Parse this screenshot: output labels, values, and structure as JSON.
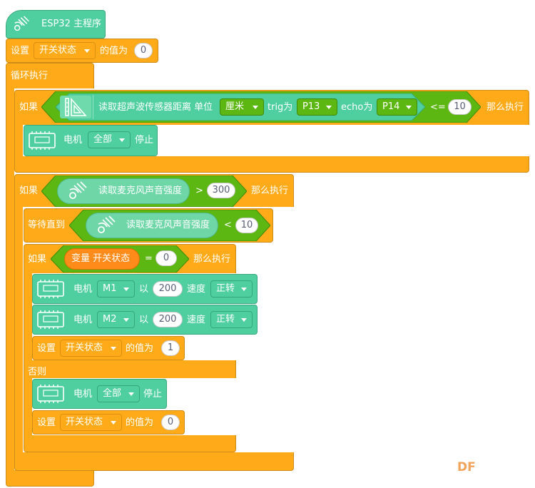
{
  "hat": {
    "label": "ESP32 主程序"
  },
  "set_var_1": {
    "set_label": "设置",
    "var_name": "开关状态",
    "value_label": "的值为",
    "value": "0"
  },
  "loop": {
    "label": "循环执行"
  },
  "if_1": {
    "if_label": "如果",
    "sensor_label": "读取超声波传感器距离 单位",
    "unit": "厘米",
    "trig_label": "trig为",
    "trig_pin": "P13",
    "echo_label": "echo为",
    "echo_pin": "P14",
    "operator": "<=",
    "threshold": "10",
    "then_label": "那么执行",
    "motor_stop": {
      "motor_label": "电机",
      "motor_select": "全部",
      "stop_label": "停止"
    }
  },
  "if_2": {
    "if_label": "如果",
    "mic_label": "读取麦克风声音强度",
    "operator": ">",
    "threshold": "300",
    "then_label": "那么执行",
    "wait": {
      "label": "等待直到",
      "mic_label": "读取麦克风声音强度",
      "operator": "<",
      "threshold": "10"
    },
    "if_else": {
      "if_label": "如果",
      "var_label": "变量 开关状态",
      "operator": "=",
      "value": "0",
      "then_label": "那么执行",
      "motor_1": {
        "motor_label": "电机",
        "motor_select": "M1",
        "with_label": "以",
        "speed": "200",
        "speed_label": "速度",
        "direction": "正转"
      },
      "motor_2": {
        "motor_label": "电机",
        "motor_select": "M2",
        "with_label": "以",
        "speed": "200",
        "speed_label": "速度",
        "direction": "正转"
      },
      "set_var": {
        "set_label": "设置",
        "var_name": "开关状态",
        "value_label": "的值为",
        "value": "1"
      },
      "else_label": "否则",
      "else_motor_stop": {
        "motor_label": "电机",
        "motor_select": "全部",
        "stop_label": "停止"
      },
      "else_set_var": {
        "set_label": "设置",
        "var_name": "开关状态",
        "value_label": "的值为",
        "value": "0"
      }
    }
  },
  "watermark": "DF",
  "colors": {
    "control": "#ffab19",
    "operator": "#5cb712",
    "sensor_pill": "#6fd6a8",
    "motor": "#4fcf9f",
    "variable": "#ff8c1a"
  },
  "icons": {
    "esp32": "signal-wave-icon",
    "ultrasonic": "ruler-triangle-icon",
    "microphone": "signal-wave-icon",
    "motor": "board-icon"
  }
}
